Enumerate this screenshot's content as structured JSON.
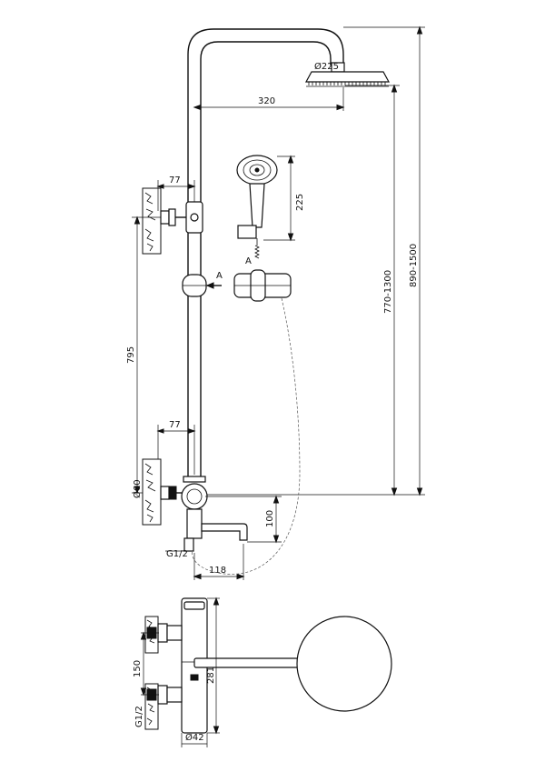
{
  "dimensions": {
    "head_diameter": "Ø225",
    "arm_reach": "320",
    "bracket_offset_top": "77",
    "bracket_offset_bottom": "77",
    "bracket_spacing": "795",
    "handshower_length": "225",
    "height_range_inner": "770-1300",
    "height_range_outer": "890-1500",
    "valve_diameter": "Ø60",
    "spout_height": "100",
    "spout_projection": "118",
    "inlet_thread_front": "G1/2",
    "inlet_spacing": "150",
    "body_length": "281",
    "inlet_thread_side": "G1/2",
    "body_diameter": "Ø42"
  },
  "section_marks": {
    "section_a_left": "A",
    "section_a_detail": "A"
  }
}
